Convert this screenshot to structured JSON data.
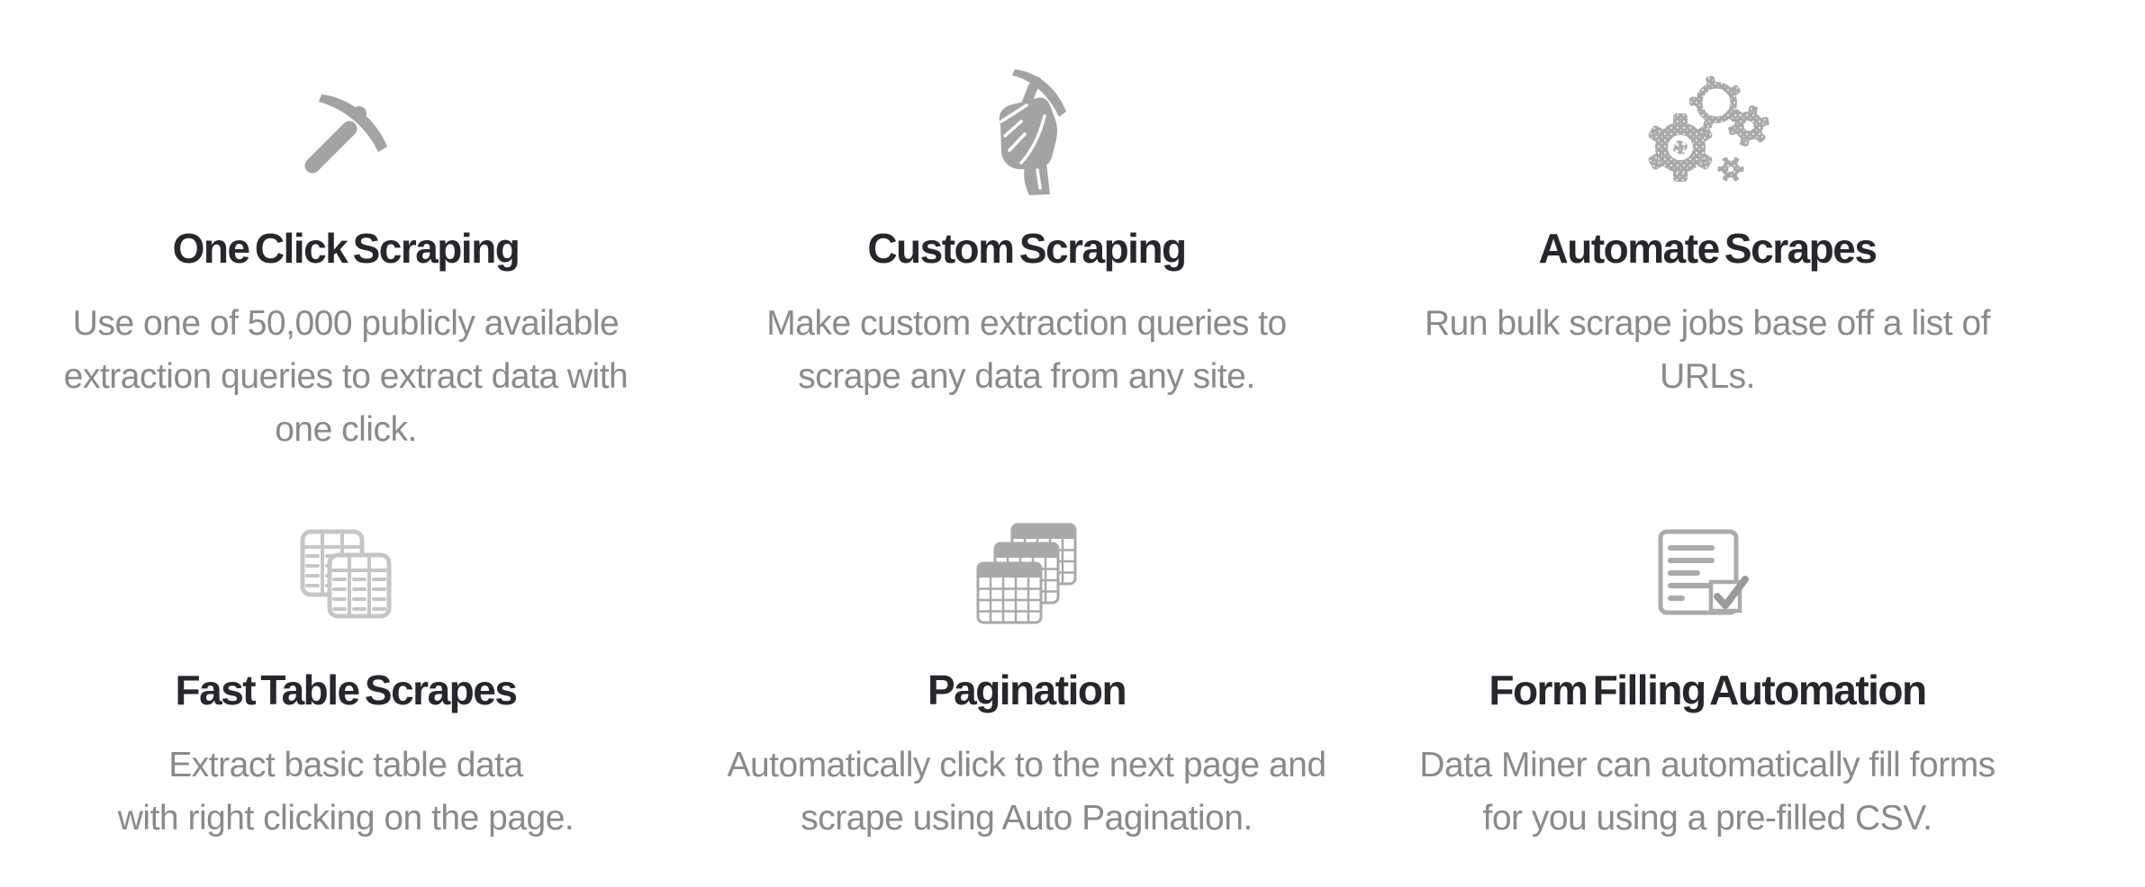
{
  "page": {
    "background": "#ffffff",
    "section_name": "feature-highlights"
  },
  "colors": {
    "title_text": "#26262c",
    "body_text": "#8a8a8a",
    "icon_gray_solid": "#a3a3a3",
    "icon_gray_medium": "#a9a9a9",
    "icon_gray_light": "#c6c6c6",
    "icon_gray_form": "#ababab"
  },
  "features": [
    {
      "icon": "pickaxe-icon",
      "title": "One Click Scraping",
      "description": "Use one of 50,000 publicly available\nextraction queries to extract data with\none click."
    },
    {
      "icon": "fist-pickaxe-icon",
      "title": "Custom Scraping",
      "description": "Make custom extraction queries to\nscrape any data from any site."
    },
    {
      "icon": "gears-icon",
      "title": "Automate Scrapes",
      "description": "Run bulk scrape jobs base off a list of\nURLs."
    },
    {
      "icon": "tables-icon",
      "title": "Fast Table Scrapes",
      "description": "Extract basic table data\nwith right clicking on the page."
    },
    {
      "icon": "stacked-tables-icon",
      "title": "Pagination",
      "description": "Automatically click to the next page and\nscrape using Auto Pagination."
    },
    {
      "icon": "form-check-icon",
      "title": "Form Filling Automation",
      "description": "Data Miner can automatically fill forms\nfor you using a pre-filled CSV."
    }
  ]
}
